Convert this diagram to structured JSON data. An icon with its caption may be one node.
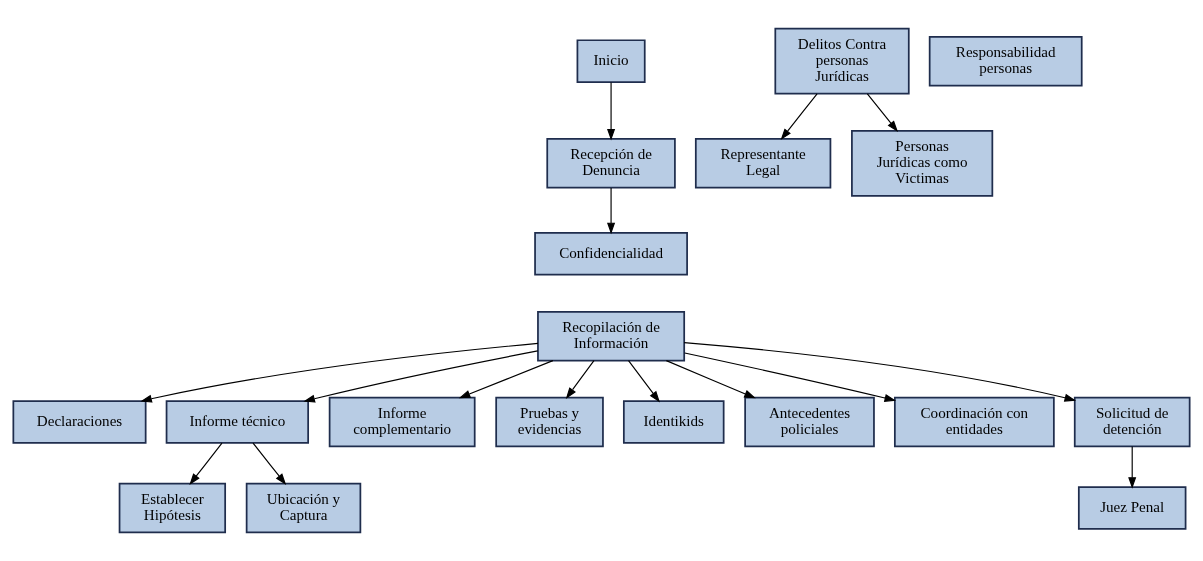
{
  "diagram": {
    "nodes": [
      {
        "text": [
          "Inicio"
        ]
      },
      {
        "text": [
          "Delitos Contra personas Jurídicas"
        ]
      },
      {
        "text": [
          "Responsabilidad personas"
        ]
      },
      {
        "text": [
          "Recepción de Denuncia"
        ]
      },
      {
        "text": [
          "Representante Legal"
        ]
      },
      {
        "text": [
          "Personas Jurídicas como Victimas"
        ]
      },
      {
        "text": [
          "Confidencialidad"
        ]
      },
      {
        "text": [
          "Recopilación de Información"
        ]
      },
      {
        "text": [
          "Declaraciones"
        ]
      },
      {
        "text": [
          "Informe técnico"
        ]
      },
      {
        "text": [
          "Informe complementario"
        ]
      },
      {
        "text": [
          "Pruebas y evidencias"
        ]
      },
      {
        "text": [
          "Identikids"
        ]
      },
      {
        "text": [
          "Antecedentes policiales"
        ]
      },
      {
        "text": [
          "Coordinación con entidades"
        ]
      },
      {
        "text": [
          "Solicitud de detención"
        ]
      },
      {
        "text": [
          "Establecer Hipótesis"
        ]
      },
      {
        "text": [
          "Ubicación y Captura"
        ]
      },
      {
        "text": [
          "Juez Penal"
        ]
      }
    ],
    "edges": [
      {
        "from": 0,
        "to": 3,
        "arrow": "to"
      },
      {
        "from": 1,
        "to": 4,
        "arrow": "to"
      },
      {
        "from": 1,
        "to": 5,
        "arrow": "to"
      },
      {
        "from": 3,
        "to": 6,
        "arrow": "to"
      },
      {
        "from": 7,
        "to": 8,
        "arrow": "to"
      },
      {
        "from": 7,
        "to": 9,
        "arrow": "to"
      },
      {
        "from": 7,
        "to": 10,
        "arrow": "to"
      },
      {
        "from": 7,
        "to": 11,
        "arrow": "to"
      },
      {
        "from": 7,
        "to": 12,
        "arrow": "to"
      },
      {
        "from": 7,
        "to": 13,
        "arrow": "to"
      },
      {
        "from": 7,
        "to": 14,
        "arrow": "to"
      },
      {
        "from": 7,
        "to": 15,
        "arrow": "to"
      },
      {
        "from": 9,
        "to": 16,
        "arrow": "to"
      },
      {
        "from": 9,
        "to": 17,
        "arrow": "to"
      },
      {
        "from": 15,
        "to": 18,
        "arrow": "to"
      }
    ]
  }
}
